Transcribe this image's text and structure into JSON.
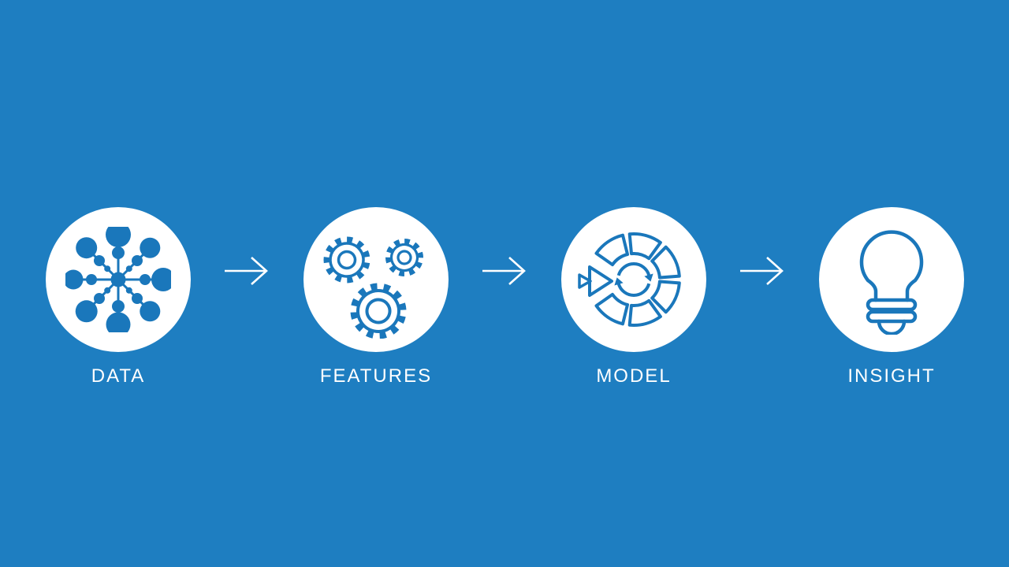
{
  "colors": {
    "background": "#1E7EC1",
    "icon_blue": "#1A77BB",
    "circle_fill": "#FFFFFF",
    "label_text": "#FFFFFF",
    "arrow": "#FFFFFF"
  },
  "stages": [
    {
      "label": "DATA",
      "icon": "data-network-icon"
    },
    {
      "label": "FEATURES",
      "icon": "gears-icon"
    },
    {
      "label": "MODEL",
      "icon": "model-cycle-icon"
    },
    {
      "label": "INSIGHT",
      "icon": "lightbulb-icon"
    }
  ],
  "connectors": [
    {
      "icon": "right-arrow-icon"
    },
    {
      "icon": "right-arrow-icon"
    },
    {
      "icon": "right-arrow-icon"
    }
  ]
}
